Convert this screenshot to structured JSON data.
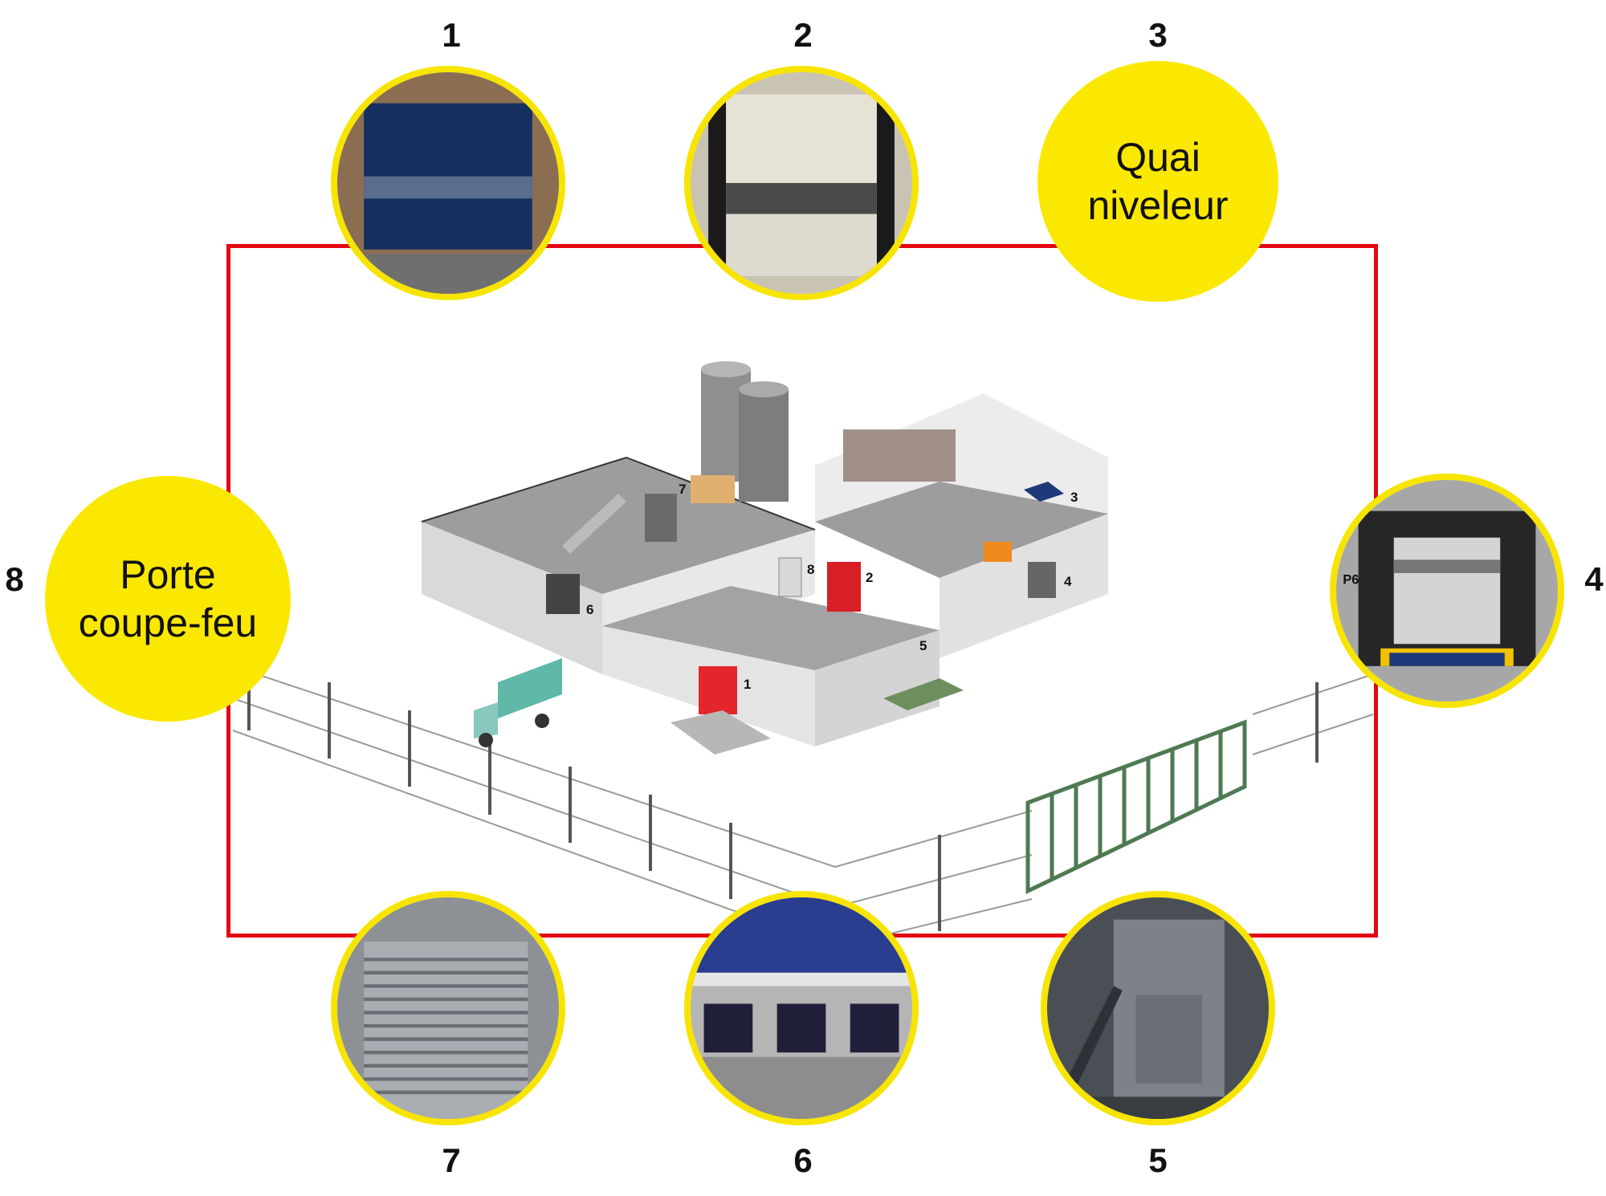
{
  "numbers": {
    "n1": "1",
    "n2": "2",
    "n3": "3",
    "n4": "4",
    "n5": "5",
    "n6": "6",
    "n7": "7",
    "n8": "8"
  },
  "callouts": {
    "quai_niveleur": "Quai\nniveleur",
    "porte_coupe_feu": "Porte\ncoupe-feu"
  },
  "building_labels": [
    "1",
    "2",
    "3",
    "4",
    "5",
    "6",
    "7",
    "8"
  ],
  "photo_markers": {
    "dock_sign": "P6"
  },
  "colors": {
    "frame_red": "#e30613",
    "circle_yellow": "#fbe800",
    "door_red": "#e3262c",
    "fence_green": "#4e7a52",
    "truck_teal": "#5fb8a8"
  }
}
